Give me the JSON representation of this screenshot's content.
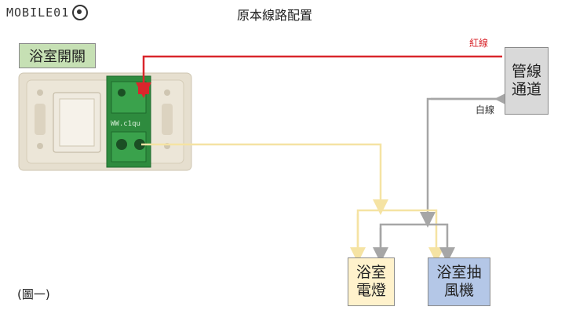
{
  "logo_text": "MOBILE01",
  "title": "原本線路配置",
  "switch_label": "浴室開關",
  "conduit_label": "管線\n通道",
  "red_wire_label": "紅線",
  "white_wire_label": "白線",
  "lamp_label": "浴室\n電燈",
  "fan_label": "浴室抽\n風機",
  "caption": "(圖一)",
  "switch_watermark": "WW.c1qu",
  "colors": {
    "red_wire": "#d9262c",
    "white_wire": "#a6a6a6",
    "yellow_wire": "#f5e3a3",
    "switch_label_bg": "#c6e0b4",
    "lamp_bg": "#fff2cc",
    "fan_bg": "#b4c7e7",
    "conduit_bg": "#d9d9d9",
    "switch_green": "#2e8b3e",
    "plate": "#e8e2d4"
  }
}
